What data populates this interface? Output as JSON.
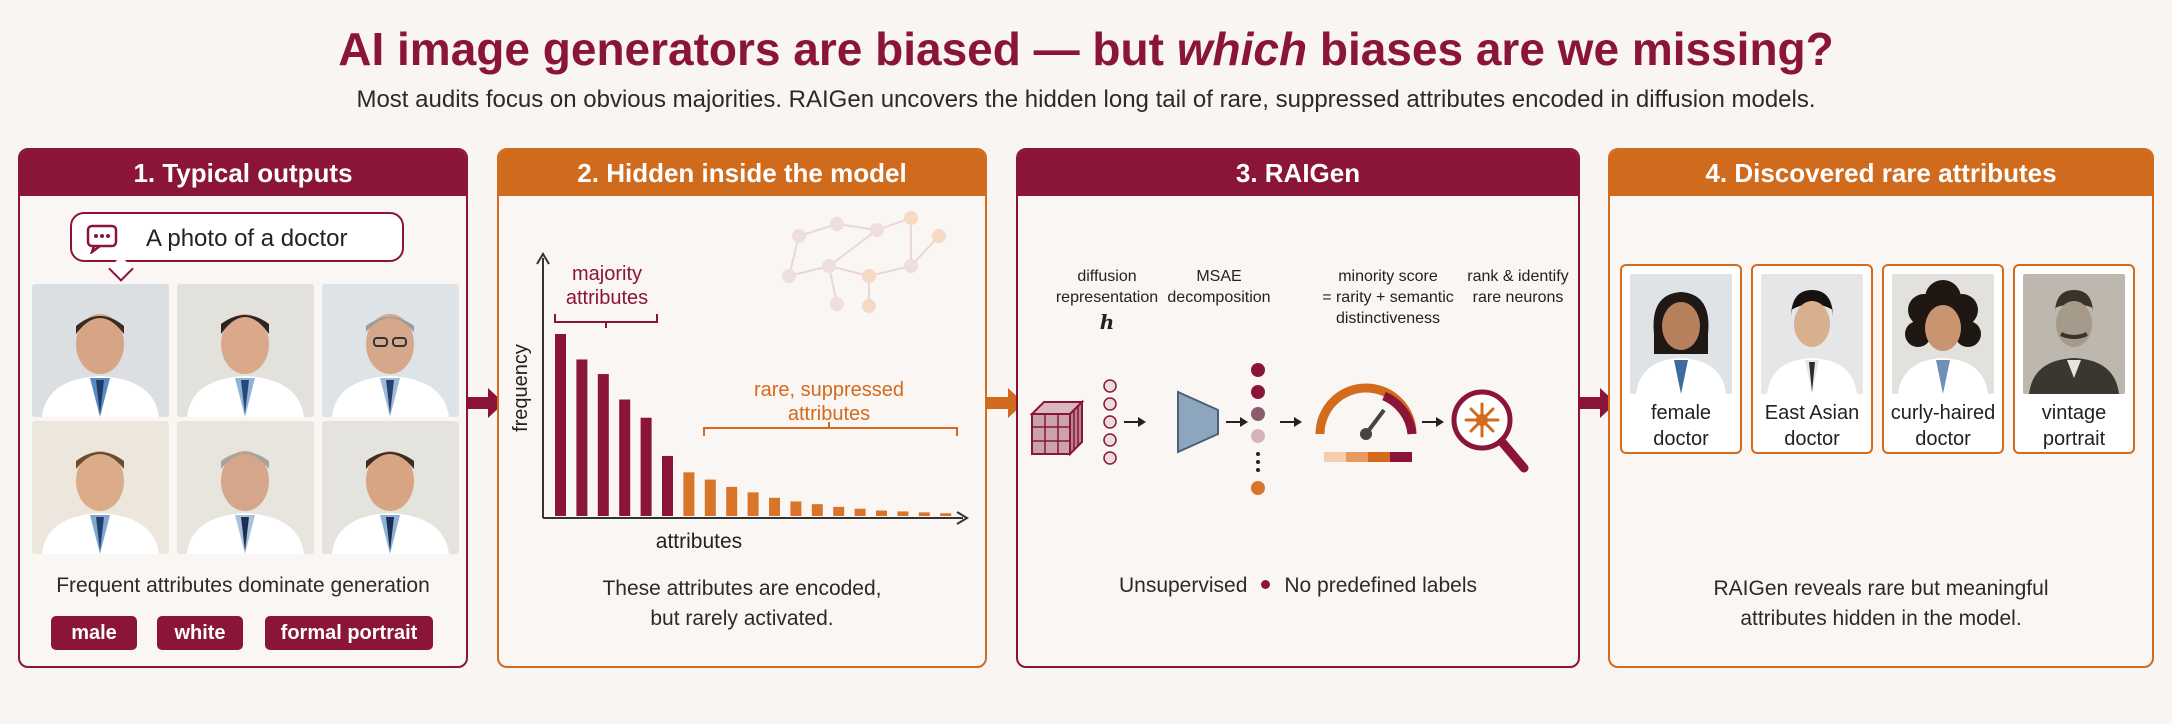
{
  "header": {
    "title_part1": "AI image generators are biased — but ",
    "title_em": "which",
    "title_part2": " biases are we missing?",
    "subtitle": "Most audits focus on obvious majorities. RAIGen uncovers the hidden long tail of rare, suppressed attributes encoded in diffusion models."
  },
  "panel1": {
    "heading": "1. Typical outputs",
    "prompt": "A photo of a doctor",
    "caption": "Frequent attributes dominate generation",
    "tags": [
      "male",
      "white",
      "formal portrait"
    ]
  },
  "panel2": {
    "heading": "2. Hidden inside the model",
    "majority_label_1": "majority",
    "majority_label_2": "attributes",
    "rare_label_1": "rare, suppressed",
    "rare_label_2": "attributes",
    "caption_1": "These attributes are encoded,",
    "caption_2": "but rarely activated.",
    "colors": {
      "majority": "#8a1538",
      "rare": "#d9752a"
    }
  },
  "chart_data": {
    "type": "bar",
    "xlabel": "attributes",
    "ylabel": "frequency",
    "values": [
      100,
      86,
      78,
      64,
      54,
      33,
      24,
      20,
      16,
      13,
      10,
      8,
      6.5,
      5,
      4,
      3,
      2.5,
      2,
      1.5
    ],
    "majority_count": 6,
    "grid": false
  },
  "panel3": {
    "heading": "3. RAIGen",
    "step1_1": "diffusion",
    "step1_2": "representation",
    "step1_sym": "h",
    "step2_1": "MSAE",
    "step2_2": "decomposition",
    "step3_1": "minority score",
    "step3_2": "= rarity + semantic",
    "step3_3": "distinctiveness",
    "step4_1": "rank & identify",
    "step4_2": "rare neurons",
    "caption_a": "Unsupervised",
    "caption_b": "No predefined labels"
  },
  "panel4": {
    "heading": "4. Discovered rare attributes",
    "cards": [
      {
        "l1": "female",
        "l2": "doctor"
      },
      {
        "l1": "East Asian",
        "l2": "doctor"
      },
      {
        "l1": "curly-haired",
        "l2": "doctor"
      },
      {
        "l1": "vintage",
        "l2": "portrait"
      }
    ],
    "caption_1": "RAIGen reveals rare but meaningful",
    "caption_2": "attributes hidden in the model."
  }
}
